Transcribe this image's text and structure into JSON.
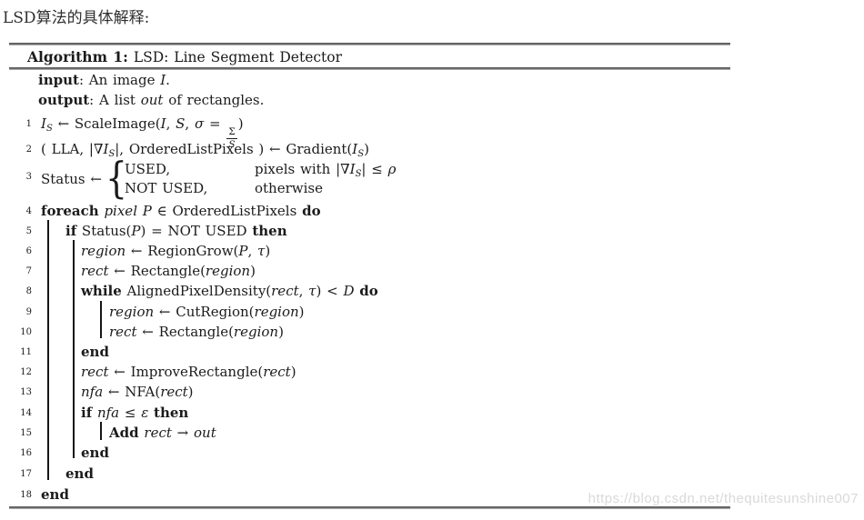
{
  "page": {
    "title": "LSD算法的具体解释:",
    "watermark": "https://blog.csdn.net/thequitesunshine007"
  },
  "colors": {
    "text": "#1b1b1b",
    "rule_dark": "#525252",
    "rule_light": "#c9c9c9",
    "watermark": "#d9d9d9",
    "background": "#ffffff"
  },
  "algorithm": {
    "header": {
      "bold": "Algorithm 1:",
      "rest": " LSD: Line Segment Detector"
    },
    "io": {
      "input_kw": "input",
      "input_a": ": An image ",
      "input_var": "I",
      "input_b": ".",
      "output_kw": "output",
      "output_a": ": A list ",
      "output_var": "out",
      "output_b": " of rectangles."
    },
    "rows": [
      {
        "n": "1",
        "s": [
          "I",
          "S",
          " ← ScaleImage(",
          "I",
          ", ",
          "S",
          ", ",
          "σ",
          " = ",
          "Σ",
          "S",
          ")"
        ]
      },
      {
        "n": "2",
        "s": [
          "( LLA, |∇",
          "I",
          "S",
          "|, OrderedListPixels ) ← Gradient(",
          "I",
          "S",
          ")"
        ]
      },
      {
        "n": "3",
        "s": [
          "Status ← ",
          "{",
          "USED,",
          "pixels with |∇",
          "I",
          "S",
          "| ≤ ",
          "ρ",
          "NOT USED,",
          "otherwise"
        ]
      },
      {
        "n": "4",
        "s": [
          "foreach",
          " ",
          "pixel P",
          " ∈ OrderedListPixels ",
          "do"
        ]
      },
      {
        "n": "5",
        "s": [
          "if",
          " Status(",
          "P",
          ") = NOT USED ",
          "then"
        ]
      },
      {
        "n": "6",
        "s": [
          "region",
          " ← RegionGrow(",
          "P",
          ", ",
          "τ",
          ")"
        ]
      },
      {
        "n": "7",
        "s": [
          "rect",
          " ← Rectangle(",
          "region",
          ")"
        ]
      },
      {
        "n": "8",
        "s": [
          "while",
          " AlignedPixelDensity(",
          "rect",
          ", ",
          "τ",
          ") < ",
          "D",
          " ",
          "do"
        ]
      },
      {
        "n": "9",
        "s": [
          "region",
          " ← CutRegion(",
          "region",
          ")"
        ]
      },
      {
        "n": "10",
        "s": [
          "rect",
          " ← Rectangle(",
          "region",
          ")"
        ]
      },
      {
        "n": "11",
        "s": [
          "end"
        ]
      },
      {
        "n": "12",
        "s": [
          "rect",
          " ← ImproveRectangle(",
          "rect",
          ")"
        ]
      },
      {
        "n": "13",
        "s": [
          "nfa",
          " ← NFA(",
          "rect",
          ")"
        ]
      },
      {
        "n": "14",
        "s": [
          "if",
          " ",
          "nfa",
          " ≤ ",
          "ε",
          " ",
          "then"
        ]
      },
      {
        "n": "15",
        "s": [
          "Add",
          " ",
          "rect",
          " → ",
          "out"
        ]
      },
      {
        "n": "16",
        "s": [
          "end"
        ]
      },
      {
        "n": "17",
        "s": [
          "end"
        ]
      },
      {
        "n": "18",
        "s": [
          "end"
        ]
      }
    ]
  }
}
